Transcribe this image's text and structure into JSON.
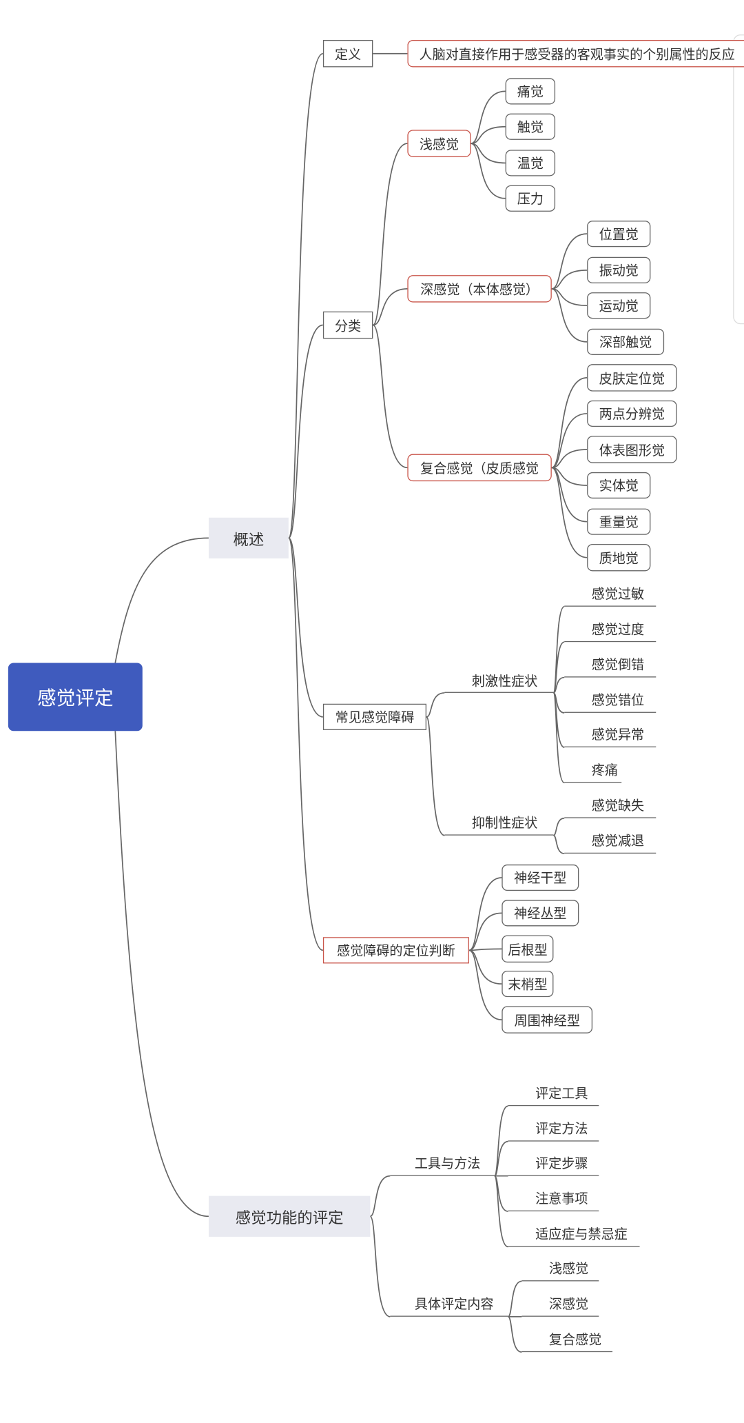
{
  "root": "感觉评定",
  "overview": {
    "label": "概述",
    "definition": {
      "label": "定义",
      "text": "人脑对直接作用于感受器的客观事实的个别属性的反应"
    },
    "classification": {
      "label": "分类",
      "superficial": {
        "label": "浅感觉",
        "items": [
          "痛觉",
          "触觉",
          "温觉",
          "压力"
        ]
      },
      "deep": {
        "label": "深感觉（本体感觉）",
        "items": [
          "位置觉",
          "振动觉",
          "运动觉",
          "深部触觉"
        ]
      },
      "compound": {
        "label": "复合感觉（皮质感觉",
        "items": [
          "皮肤定位觉",
          "两点分辨觉",
          "体表图形觉",
          "实体觉",
          "重量觉",
          "质地觉"
        ]
      }
    },
    "disorders": {
      "label": "常见感觉障碍",
      "irritative": {
        "label": "刺激性症状",
        "items": [
          "感觉过敏",
          "感觉过度",
          "感觉倒错",
          "感觉错位",
          "感觉异常",
          "疼痛"
        ]
      },
      "inhibitory": {
        "label": "抑制性症状",
        "items": [
          "感觉缺失",
          "感觉减退"
        ]
      }
    },
    "localization": {
      "label": "感觉障碍的定位判断",
      "items": [
        "神经干型",
        "神经丛型",
        "后根型",
        "末梢型",
        "周围神经型"
      ]
    }
  },
  "assessment": {
    "label": "感觉功能的评定",
    "tools": {
      "label": "工具与方法",
      "items": [
        "评定工具",
        "评定方法",
        "评定步骤",
        "注意事项",
        "适应症与禁忌症"
      ]
    },
    "content": {
      "label": "具体评定内容",
      "items": [
        "浅感觉",
        "深感觉",
        "复合感觉"
      ]
    }
  },
  "colors": {
    "root": "#3f5bbe",
    "highlight_border": "#c9564b",
    "line": "#666666"
  }
}
